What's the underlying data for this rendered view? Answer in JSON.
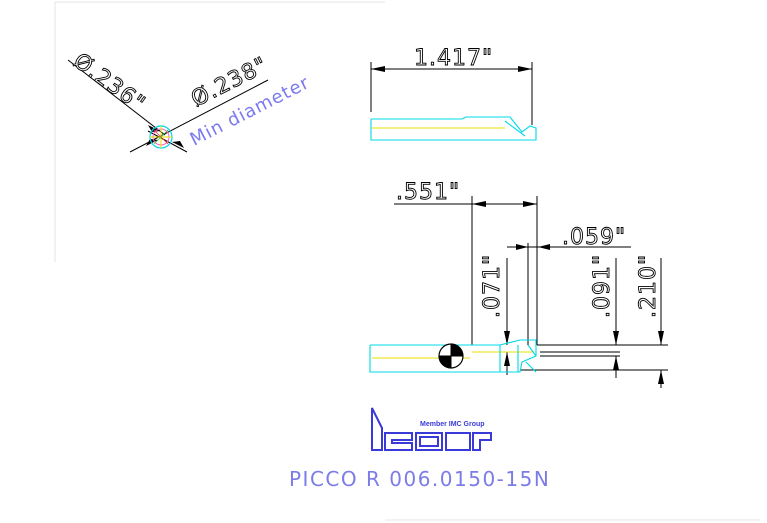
{
  "dimensions": {
    "diameter_236": "Ø.236\"",
    "diameter_238": "Ø.238\"",
    "min_diameter": "Min diameter",
    "overall_length": "1.417\"",
    "length_551": ".551\"",
    "width_059": ".059\"",
    "depth_071": ".071\"",
    "depth_091": ".091\"",
    "depth_210": ".210\""
  },
  "logo": {
    "tagline": "Member IMC Group"
  },
  "part_number": "PICCO R 006.0150-15N",
  "colors": {
    "outline": "#00d8e8",
    "dimension": "#000000",
    "label_blue": "#7a7aee",
    "axis_yellow": "#e8e000",
    "logo_blue": "#3a3ad8"
  }
}
